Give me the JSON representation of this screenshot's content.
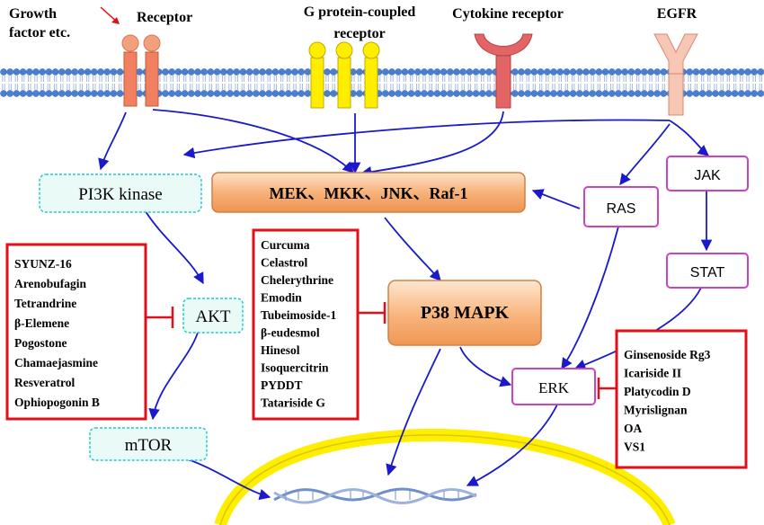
{
  "labels": {
    "growth_factor_line1": "Growth",
    "growth_factor_line2": "factor etc.",
    "receptor": "Receptor",
    "gpcr_line1": "G protein-coupled",
    "gpcr_line2": "receptor",
    "cytokine_receptor": "Cytokine receptor",
    "egfr": "EGFR"
  },
  "nodes": {
    "pi3k": "PI3K kinase",
    "mek_group": "MEK、MKK、JNK、Raf-1",
    "ras": "RAS",
    "jak": "JAK",
    "stat": "STAT",
    "akt": "AKT",
    "p38": "P38 MAPK",
    "erk": "ERK",
    "mtor": "mTOR"
  },
  "inhibitor_boxes": {
    "akt_inhibitors": [
      "SYUNZ-16",
      "Arenobufagin",
      "Tetrandrine",
      "β-Elemene",
      "Pogostone",
      "Chamaejasmine",
      "Resveratrol",
      "Ophiopogonin B"
    ],
    "p38_inhibitors": [
      "Curcuma",
      "Celastrol",
      "Chelerythrine",
      "Emodin",
      "Tubeimoside-1",
      "β-eudesmol",
      "Hinesol",
      "Isoquercitrin",
      "PYDDT",
      "Tatariside G"
    ],
    "erk_inhibitors": [
      "Ginsenoside Rg3",
      "Icariside II",
      "Platycodin D",
      "Myrislignan",
      "OA",
      "VS1"
    ]
  },
  "colors": {
    "arrow": "#1a1acc",
    "inhibitor_box": "#e0101a",
    "node_border_pink": "#cc44bb",
    "node_border_teal": "#22cccc",
    "orange_box": "#f7b27a",
    "nucleus": "#ffee00",
    "membrane_blue": "#4a7fcf"
  }
}
